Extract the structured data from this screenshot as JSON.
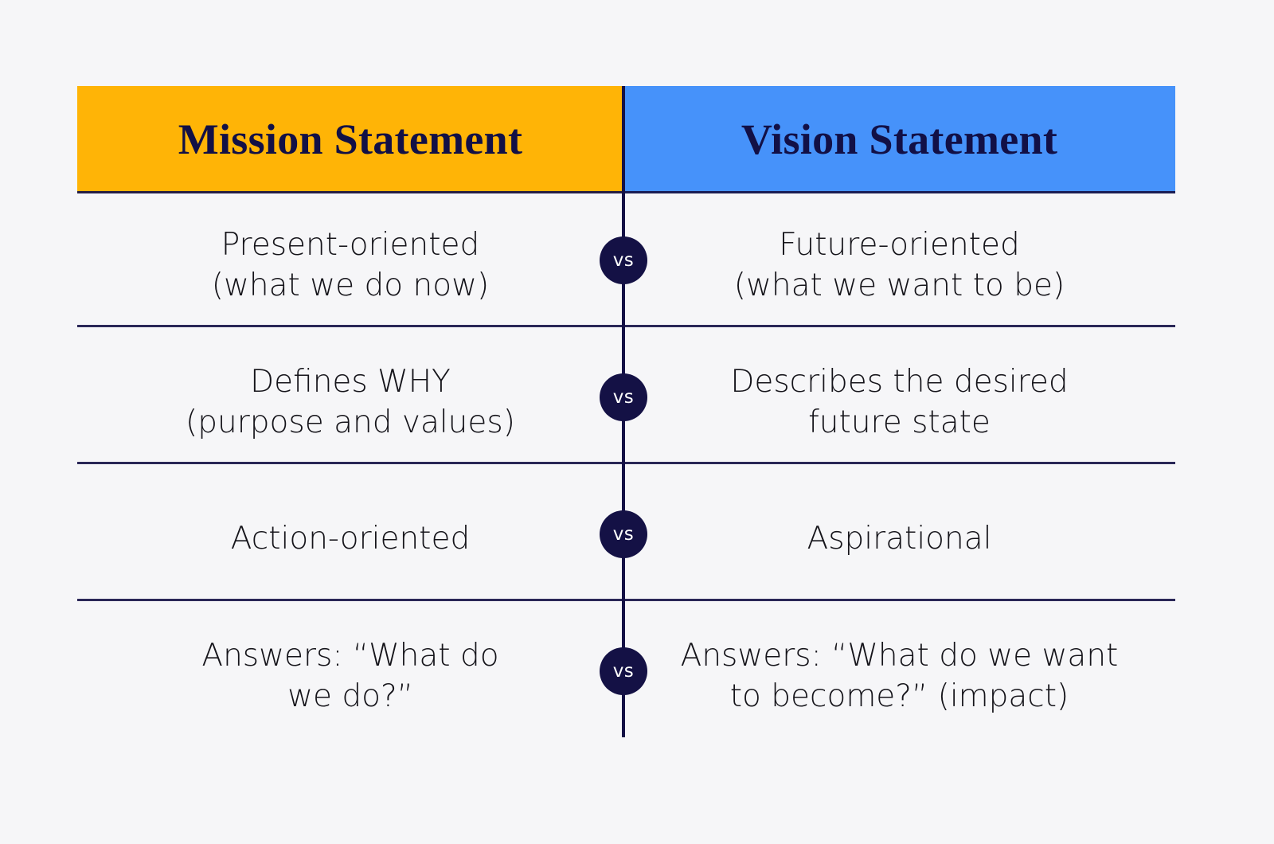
{
  "colors": {
    "background": "#f6f6f8",
    "mission_header_bg": "#ffb406",
    "vision_header_bg": "#4692fa",
    "navy": "#141145",
    "body_text": "#15141a",
    "badge_text": "#ffffff"
  },
  "headers": {
    "left": "Mission Statement",
    "right": "Vision Statement"
  },
  "badge_label": "vs",
  "rows": [
    {
      "left": "Present-oriented\n(what we do now)",
      "right": "Future-oriented\n(what we want to be)",
      "separator": "vs"
    },
    {
      "left": "Defines WHY\n(purpose and values)",
      "right": "Describes the desired\nfuture state",
      "separator": "vs"
    },
    {
      "left": "Action-oriented",
      "right": "Aspirational",
      "separator": "vs"
    },
    {
      "left": "Answers: “What do\nwe do?”",
      "right": "Answers: “What do we want\nto become?” (impact)",
      "separator": "vs"
    }
  ]
}
